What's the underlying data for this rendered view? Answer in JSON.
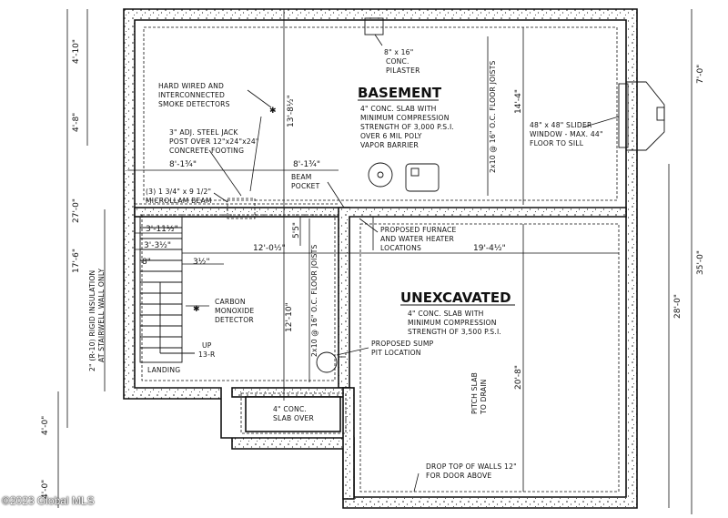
{
  "plan": {
    "room_basement": {
      "title": "BASEMENT",
      "note": [
        "4\" CONC. SLAB WITH",
        "MINIMUM COMPRESSION",
        "STRENGTH OF 3,000 P.S.I.",
        "OVER 6 MIL POLY",
        "VAPOR BARRIER"
      ]
    },
    "room_unexcavated": {
      "title": "UNEXCAVATED",
      "note": [
        "4\" CONC. SLAB WITH",
        "MINIMUM COMPRESSION",
        "STRENGTH OF 3,500 P.S.I."
      ]
    },
    "callouts": {
      "pilaster": [
        "8\" x 16\"",
        "CONC.",
        "PILASTER"
      ],
      "smoke": [
        "HARD WIRED AND",
        "INTERCONNECTED",
        "SMOKE DETECTORS"
      ],
      "jack": [
        "3\" ADJ. STEEL JACK",
        "POST OVER 12\"x24\"x24\"",
        "CONCRETE FOOTING"
      ],
      "beam": [
        "(3) 1 3/4\" x 9 1/2\"",
        "MICROLLAM BEAM"
      ],
      "beam_pocket": [
        "BEAM",
        "POCKET"
      ],
      "furnace": [
        "PROPOSED FURNACE",
        "AND WATER HEATER",
        "LOCATIONS"
      ],
      "window": [
        "48\" x 48\" SLIDER",
        "WINDOW - MAX. 44\"",
        "FLOOR TO SILL"
      ],
      "co_detector": [
        "CARBON",
        "MONOXIDE",
        "DETECTOR"
      ],
      "up": [
        "UP",
        "13-R"
      ],
      "landing": "LANDING",
      "sump": [
        "PROPOSED SUMP",
        "PIT LOCATION"
      ],
      "slab_over": [
        "4\" CONC.",
        "SLAB OVER"
      ],
      "drop_walls": [
        "DROP TOP OF WALLS 12\"",
        "FOR DOOR ABOVE"
      ],
      "pitch": [
        "PITCH SLAB",
        "TO DRAIN"
      ],
      "insulation": [
        "2\" (R-10) RIGID INSULATION",
        "AT STAIRWELL WALL ONLY"
      ],
      "joists_upper": "2x10 @ 16\" O.C. FLOOR JOISTS",
      "joists_lower": "2x10 @ 16\" O.C. FLOOR JOISTS"
    },
    "dims": {
      "left_4_10": "4'-10\"",
      "left_4_8": "4'-8\"",
      "left_27_0": "27'-0\"",
      "left_17_6": "17'-6\"",
      "left_4_0a": "4'-0\"",
      "left_4_0b": "4'-0\"",
      "right_7_0": "7'-0\"",
      "right_35_0": "35'-0\"",
      "right_28_0": "28'-0\"",
      "d_14_4": "14'-4\"",
      "d_13_8": "13'-8½\"",
      "d_8_1_left": "8'-1¾\"",
      "d_8_1_right": "8'-1¾\"",
      "d_12_0": "12'-0½\"",
      "d_19_4": "19'-4½\"",
      "d_12_10": "12'-10\"",
      "d_20_8": "20'-8\"",
      "d_5_5": "5'5\"",
      "d_3_11": "3'-11½\"",
      "d_3_3": "3'-3½\"",
      "d_8": "8\"",
      "d_3_5": "3½\""
    }
  },
  "watermark": "©2023 Global MLS"
}
